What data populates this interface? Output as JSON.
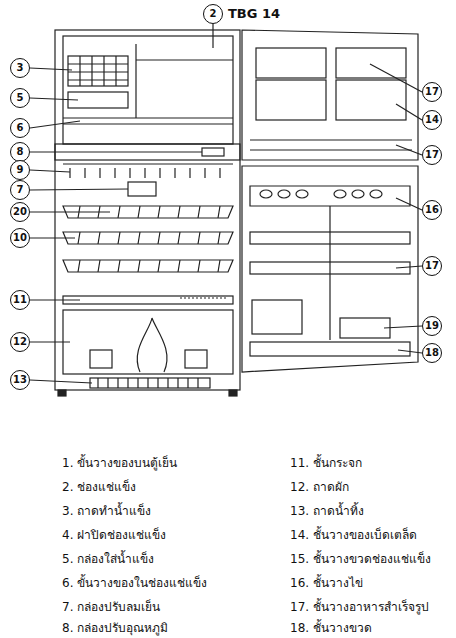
{
  "diagram": {
    "labels": [
      "TBG 14",
      "2",
      "3",
      "5",
      "6",
      "8",
      "9",
      "7",
      "20",
      "10",
      "11",
      "12",
      "13",
      "17",
      "14",
      "17",
      "16",
      "17",
      "19",
      "18",
      "1. ขั้นวางของบนตู้เย็น",
      "2. ช่องแช่แข็ง",
      "3. ถาดทำน้ำแข็ง",
      "4. ฝาปิดช่องแช่แข็ง",
      "5. กล่องใส่น้ำแข็ง",
      "6. ขั้นวางของในช่องแช่แข็ง",
      "7. กล่องปรับลมเย็น",
      "8. กล่องปรับอุณหภูมิ",
      "11. ชั้นกระจก",
      "12. ถาดผัก",
      "13. ถาดน้ำทิ้ง",
      "14. ชั้นวางของเบ็ดเตล็ด",
      "15. ชั้นวางขวดช่องแช่แข็ง",
      "16. ชั้นวางไข่",
      "17. ชั้นวางอาหารสำเร็จรูป",
      "18. ชั้นวางขวด"
    ]
  }
}
